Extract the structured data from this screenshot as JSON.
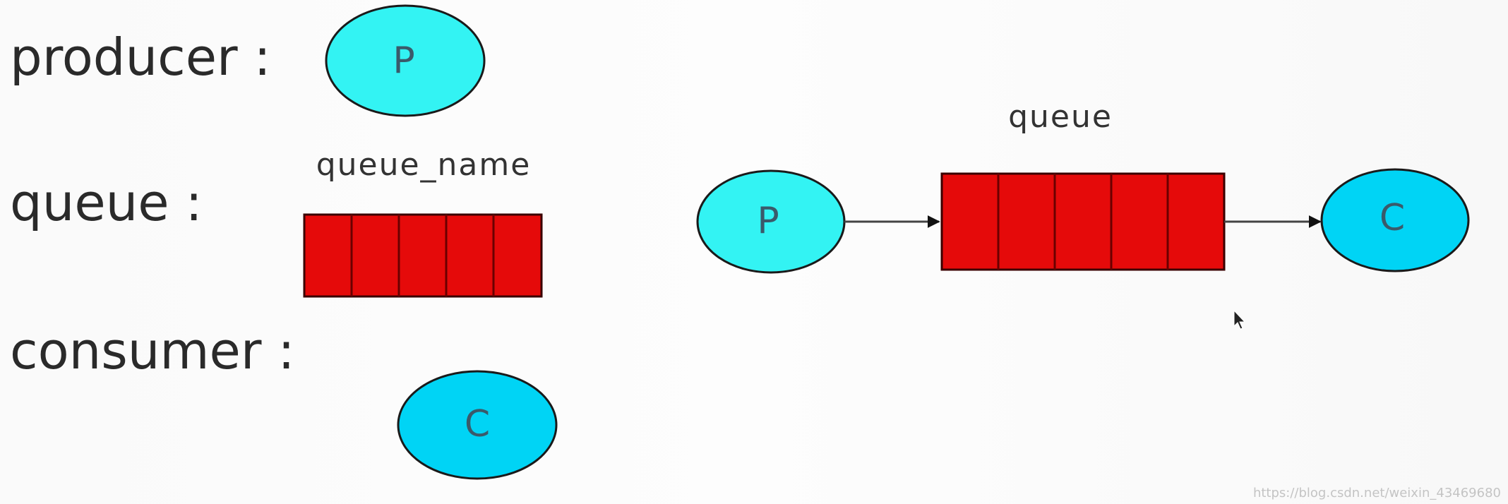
{
  "legend": {
    "producer_label": "producer :",
    "queue_label": "queue :",
    "consumer_label": "consumer :",
    "queue_caption": "queue_name",
    "producer_letter": "P",
    "consumer_letter": "C"
  },
  "flow": {
    "queue_caption": "queue",
    "producer_letter": "P",
    "consumer_letter": "C"
  },
  "watermark": "https://blog.csdn.net/weixin_43469680",
  "colors": {
    "producer_fill": "#33f3f3",
    "consumer_fill": "#00d4f5",
    "queue_fill": "#e50a0a",
    "outline": "#1a1a1a"
  }
}
